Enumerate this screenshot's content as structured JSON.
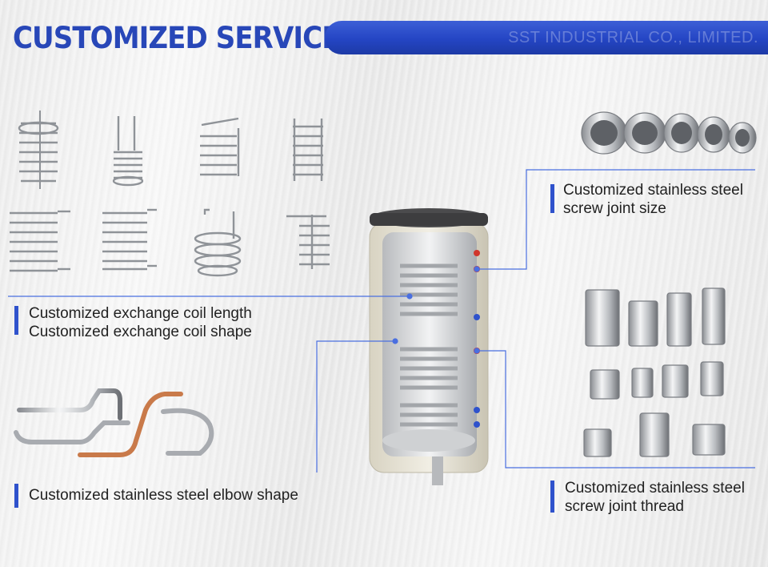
{
  "header": {
    "title": "CUSTOMIZED SERVICE",
    "company": "SST INDUSTRIAL CO., LIMITED."
  },
  "captions": {
    "coil_line1": "Customized exchange coil length",
    "coil_line2": "Customized exchange coil shape",
    "elbow": "Customized stainless steel elbow shape",
    "joint_size_line1": "Customized stainless steel",
    "joint_size_line2": "screw joint size",
    "joint_thread_line1": "Customized stainless steel",
    "joint_thread_line2": "screw joint thread"
  },
  "colors": {
    "accent": "#2f52cc",
    "connector_line": "#4a6fe0",
    "copper": "#c97a4a"
  }
}
